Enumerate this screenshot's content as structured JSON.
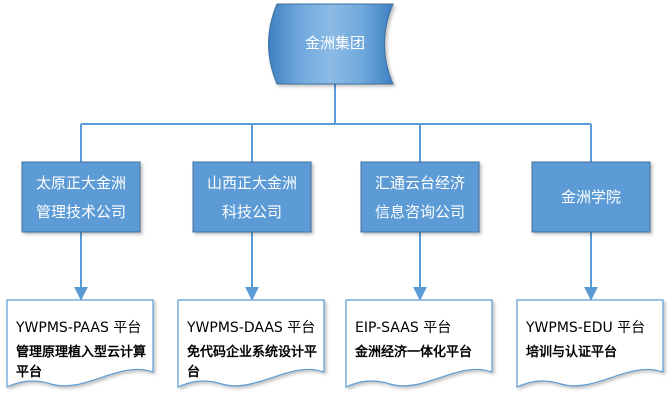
{
  "root": {
    "label": "金洲集团"
  },
  "companies": [
    {
      "lines": [
        "太原正大金洲",
        "管理技术公司"
      ]
    },
    {
      "lines": [
        "山西正大金洲",
        "科技公司"
      ]
    },
    {
      "lines": [
        "汇通云台经济",
        "信息咨询公司"
      ]
    },
    {
      "lines": [
        "金洲学院"
      ]
    }
  ],
  "platforms": [
    {
      "title": "YWPMS-PAAS 平台",
      "desc": "管理原理植入型云计算平台"
    },
    {
      "title": "YWPMS-DAAS 平台",
      "desc": "免代码企业系统设计平台"
    },
    {
      "title": "EIP-SAAS 平台",
      "desc": "金洲经济一体化平台"
    },
    {
      "title": "YWPMS-EDU 平台",
      "desc": "培训与认证平台"
    }
  ],
  "colors": {
    "box_fill": "#5B9BD5",
    "box_stroke": "#41719C",
    "connector": "#5B9BD5",
    "doc_stroke": "#5B9BD5",
    "text_light": "#FFFFFF",
    "text_dark": "#000000"
  }
}
